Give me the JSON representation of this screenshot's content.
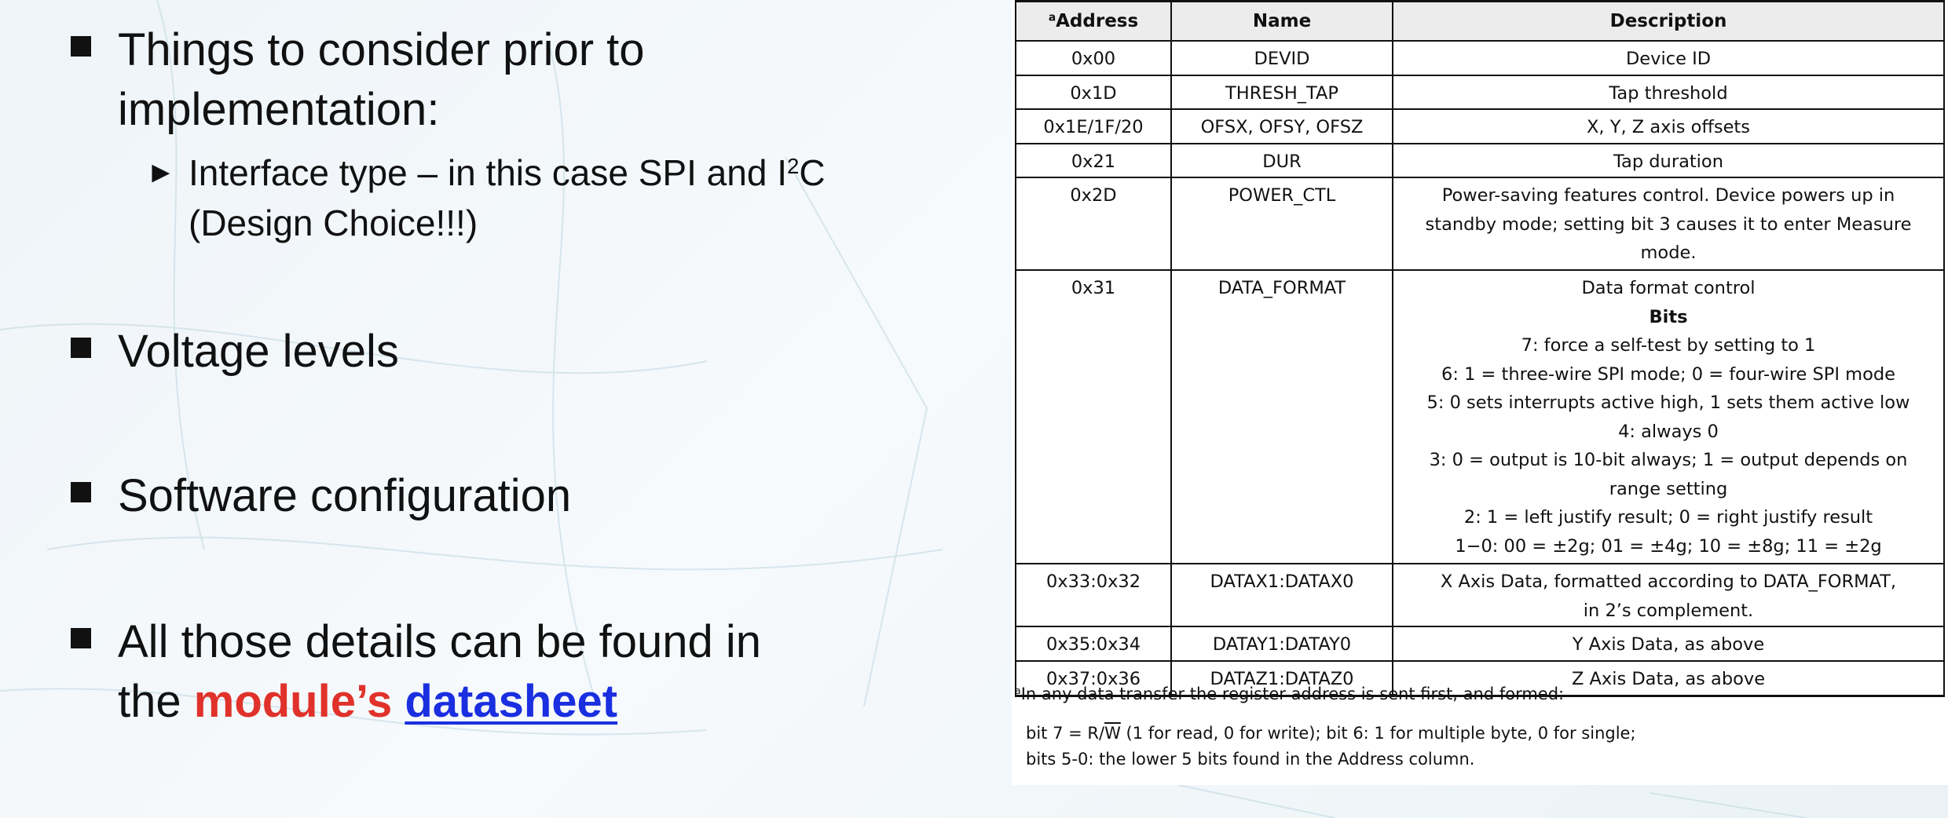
{
  "bullets": {
    "b1_line1": "Things to consider prior to",
    "b1_line2": "implementation:",
    "sub_line1_pre": "Interface type – in this case SPI and I",
    "sub_line1_sup": "2",
    "sub_line1_post": "C",
    "sub_line2": "(Design Choice!!!)",
    "b2": "Voltage levels",
    "b3": "Software configuration",
    "b4_line1": "All those details can be found in",
    "b4_the": "the ",
    "b4_red": "module’s",
    "b4_link": "datasheet"
  },
  "table": {
    "headers": {
      "address_sup": "a",
      "address": "Address",
      "name": "Name",
      "description": "Description"
    },
    "rows": [
      {
        "address": "0x00",
        "name": "DEVID",
        "desc": [
          "Device ID"
        ]
      },
      {
        "address": "0x1D",
        "name": "THRESH_TAP",
        "desc": [
          "Tap threshold"
        ]
      },
      {
        "address": "0x1E/1F/20",
        "name": "OFSX, OFSY, OFSZ",
        "desc": [
          "X, Y, Z axis offsets"
        ]
      },
      {
        "address": "0x21",
        "name": "DUR",
        "desc": [
          "Tap duration"
        ]
      },
      {
        "address": "0x2D",
        "name": "POWER_CTL",
        "desc": [
          "Power-saving features control. Device powers up in",
          "standby mode; setting bit 3 causes it to enter Measure",
          "mode."
        ]
      },
      {
        "address": "0x31",
        "name": "DATA_FORMAT",
        "desc": [
          "Data format control",
          "Bits",
          "7: force a self-test by setting to 1",
          "6: 1 = three-wire SPI mode; 0 = four-wire SPI mode",
          "5: 0 sets interrupts active high, 1 sets them active low",
          "4: always 0",
          "3: 0 = output is 10-bit always; 1 = output depends on",
          "range setting",
          "2: 1 = left justify result; 0 = right justify result",
          "1−0: 00 = ±2g; 01 = ±4g; 10 = ±8g; 11 = ±2g"
        ]
      },
      {
        "address": "0x33:0x32",
        "name": "DATAX1:DATAX0",
        "desc": [
          "X Axis Data, formatted according to DATA_FORMAT,",
          "in 2’s complement."
        ]
      },
      {
        "address": "0x35:0x34",
        "name": "DATAY1:DATAY0",
        "desc": [
          "Y Axis Data, as above"
        ]
      },
      {
        "address": "0x37:0x36",
        "name": "DATAZ1:DATAZ0",
        "desc": [
          "Z Axis Data, as above"
        ]
      }
    ]
  },
  "footnote": {
    "sup": "a",
    "line1": "In any data transfer the register address is sent first, and formed:",
    "line2_pre": "bit 7 = R/",
    "line2_w": "W",
    "line2_post": " (1 for read, 0 for write); bit 6: 1 for multiple byte, 0 for single;",
    "line3": "bits 5-0: the lower 5 bits found in the Address column."
  }
}
